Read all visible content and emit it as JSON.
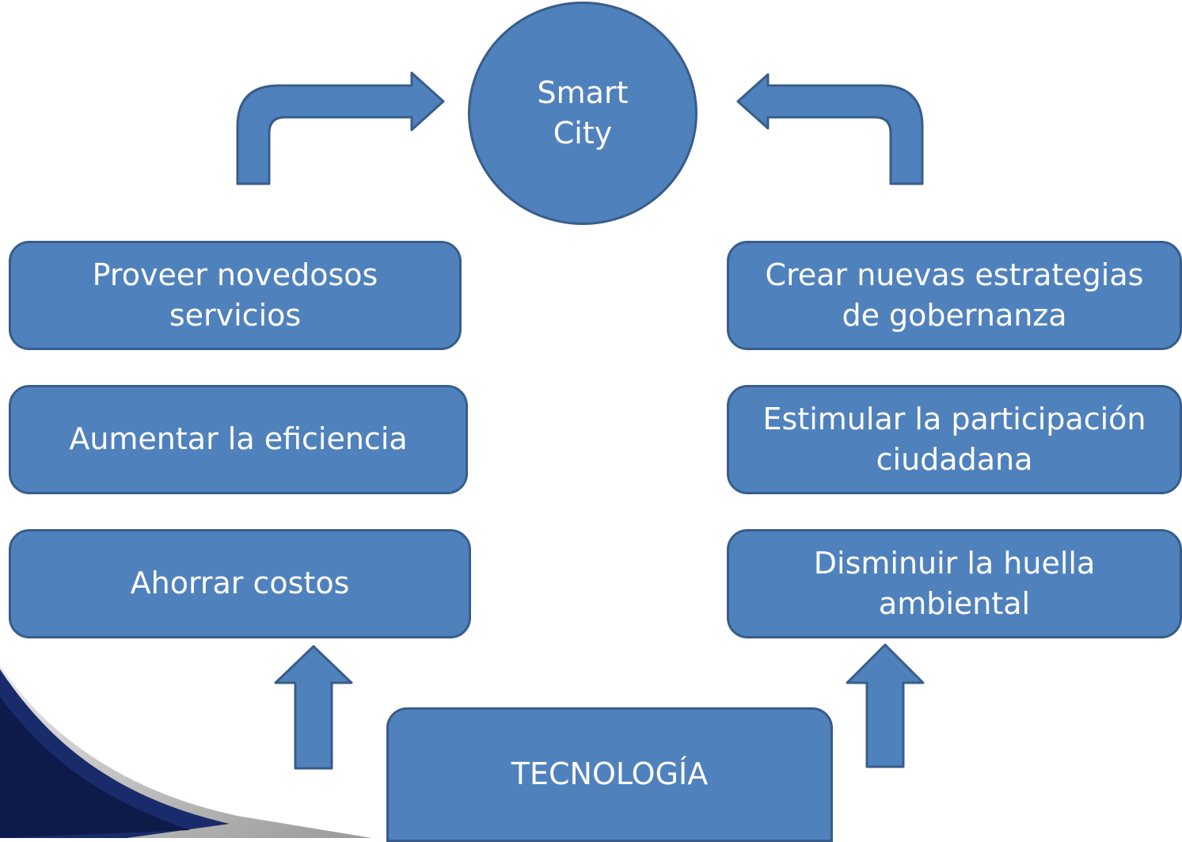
{
  "center": {
    "line1": "Smart",
    "line2": "City"
  },
  "left_boxes": [
    {
      "line1": "Proveer novedosos",
      "line2": "servicios"
    },
    {
      "line1": "Aumentar la eficiencia"
    },
    {
      "line1": "Ahorrar costos"
    }
  ],
  "right_boxes": [
    {
      "line1": "Crear nuevas estrategias",
      "line2": "de gobernanza"
    },
    {
      "line1": "Estimular la participación",
      "line2": "ciudadana"
    },
    {
      "line1": "Disminuir la huella",
      "line2": "ambiental"
    }
  ],
  "base": {
    "label": "TECNOLOGÍA"
  },
  "colors": {
    "fill": "#4f81bd",
    "border": "#385d8a",
    "text": "#ffffff"
  }
}
